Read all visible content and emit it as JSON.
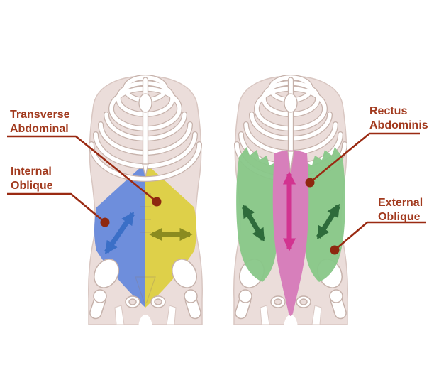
{
  "diagram": {
    "subject": "Abdominal muscles anatomy diagram, two anterior torso views",
    "background_color": "#FFFFFF"
  },
  "muscles": [
    {
      "id": "transverse-abdominal",
      "name": "Transverse Abdominal",
      "line1": "Transverse",
      "line2": "Abdominal",
      "figure": "left-torso",
      "region_color": "#DED049",
      "arrow_color": "#8B8B20",
      "fiber_direction": "horizontal"
    },
    {
      "id": "internal-oblique",
      "name": "Internal Oblique",
      "line1": "Internal",
      "line2": "Oblique",
      "figure": "left-torso",
      "region_color": "#6E8EDC",
      "arrow_color": "#3B6FC7",
      "fiber_direction": "diagonal-up-outward"
    },
    {
      "id": "rectus-abdominis",
      "name": "Rectus Abdominis",
      "line1": "Rectus",
      "line2": "Abdominis",
      "figure": "right-torso",
      "region_color": "#D77FBB",
      "arrow_color": "#D23390",
      "fiber_direction": "vertical"
    },
    {
      "id": "external-oblique",
      "name": "External Oblique",
      "line1": "External",
      "line2": "Oblique",
      "figure": "right-torso",
      "region_color": "#88C788",
      "arrow_color": "#2E6B3B",
      "fiber_direction": "diagonal-down-inward"
    }
  ],
  "colors": {
    "body_silhouette": "#EBDDDA",
    "body_outline": "#D9C7C2",
    "bone_fill": "#FFFFFF",
    "bone_outline": "#C6B2AB",
    "label_text": "#A23A1E",
    "annotation_line": "#9A2A12",
    "annotation_dot": "#8E2810"
  }
}
